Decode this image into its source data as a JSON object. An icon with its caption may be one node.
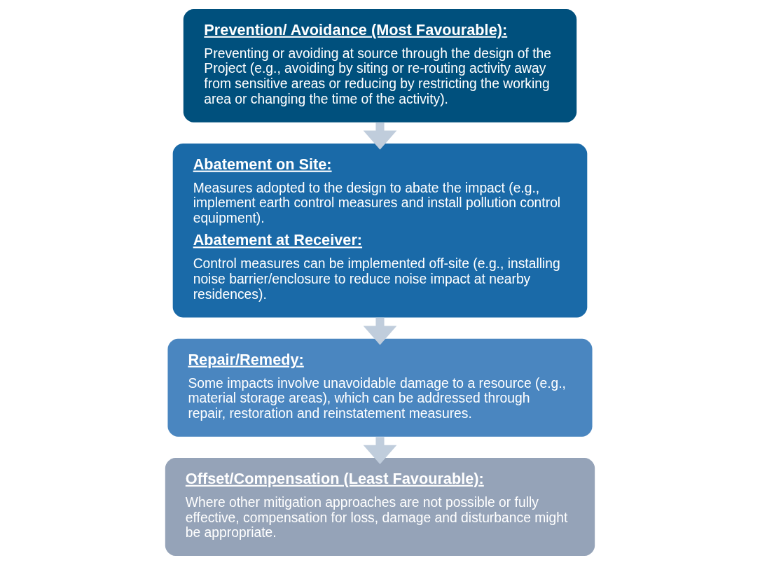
{
  "diagram": {
    "nodes": [
      {
        "text": [
          "Prevention/ Avoidance (Most Favourable):",
          "Preventing or avoiding at source through the design of the Project (e.g., avoiding by siting or re-routing activity away from sensitive areas or reducing by restricting the working area or changing the time of the activity)."
        ]
      },
      {
        "text": [
          "Abatement on Site:",
          "Measures adopted to the design to abate the impact (e.g., implement earth control measures and install pollution control equipment).",
          "Abatement at Receiver:",
          "Control measures can be implemented off-site (e.g., installing noise barrier/enclosure to reduce noise impact at nearby residences)."
        ]
      },
      {
        "text": [
          "Repair/Remedy:",
          "Some impacts involve unavoidable damage to a resource (e.g., material storage areas), which can be addressed through repair, restoration and reinstatement measures."
        ]
      },
      {
        "text": [
          "Offset/Compensation (Least Favourable):",
          "Where other mitigation approaches are not possible or fully effective, compensation for loss, damage and disturbance might be appropriate."
        ]
      }
    ],
    "edges": [
      {
        "from": 0,
        "to": 1,
        "arrow": "to"
      },
      {
        "from": 1,
        "to": 2,
        "arrow": "to"
      },
      {
        "from": 2,
        "to": 3,
        "arrow": "to"
      }
    ]
  }
}
